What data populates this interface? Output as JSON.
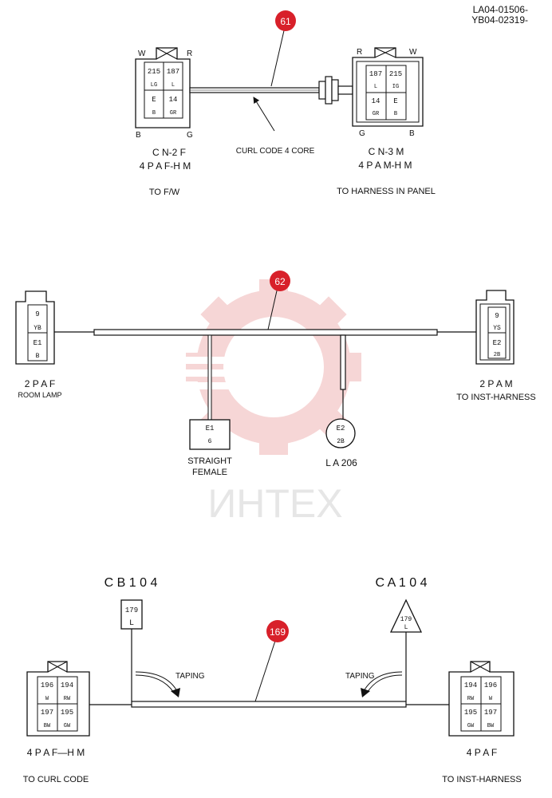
{
  "doc_refs": [
    "LA04-01506-",
    "YB04-02319-"
  ],
  "watermark": "ИНТЕХ",
  "section1": {
    "callout": "61",
    "cable_label": "CURL CODE 4 CORE",
    "left": {
      "corners": [
        "W",
        "R",
        "B",
        "G"
      ],
      "cells": [
        [
          "215",
          "LG"
        ],
        [
          "187",
          "L"
        ],
        [
          "E",
          "B"
        ],
        [
          "14",
          "GR"
        ]
      ],
      "name": "C N-2 F",
      "type": "4 P A F-H M",
      "dest": "TO F/W"
    },
    "right": {
      "corners": [
        "R",
        "W",
        "G",
        "B"
      ],
      "cells": [
        [
          "187",
          "L"
        ],
        [
          "215",
          "IG"
        ],
        [
          "14",
          "GR"
        ],
        [
          "E",
          "B"
        ]
      ],
      "name": "C N-3 M",
      "type": "4 P A M-H M",
      "dest": "TO HARNESS IN PANEL"
    }
  },
  "section2": {
    "callout": "62",
    "left": {
      "cells": [
        [
          "9",
          "YB"
        ],
        [
          "E1",
          "B"
        ]
      ],
      "type": "2 P A F",
      "dest": "ROOM LAMP"
    },
    "right": {
      "cells": [
        [
          "9",
          "YS"
        ],
        [
          "E2",
          "2B"
        ]
      ],
      "type": "2 P A M",
      "dest": "TO INST-HARNESS"
    },
    "branch1": {
      "top": "E1",
      "bottom": "6",
      "label1": "STRAIGHT",
      "label2": "FEMALE"
    },
    "branch2": {
      "top": "E2",
      "bottom": "2B",
      "label": "L A 206"
    }
  },
  "section3": {
    "callout": "169",
    "cb": {
      "name": "C B 1 0 4",
      "top": "179",
      "bottom": "L"
    },
    "ca": {
      "name": "C A 1 0 4",
      "top": "179",
      "bottom": "L"
    },
    "taping_left": "TAPING",
    "taping_right": "TAPING",
    "left": {
      "cells": [
        [
          "196",
          "W"
        ],
        [
          "194",
          "RW"
        ],
        [
          "197",
          "BW"
        ],
        [
          "195",
          "GW"
        ]
      ],
      "type": "4 P A F—H M",
      "dest": "TO CURL CODE"
    },
    "right": {
      "cells": [
        [
          "194",
          "RW"
        ],
        [
          "196",
          "W"
        ],
        [
          "195",
          "GW"
        ],
        [
          "197",
          "BW"
        ]
      ],
      "type": "4 P A F",
      "dest": "TO INST-HARNESS"
    }
  },
  "colors": {
    "callout": "#d8202a",
    "ink": "#111111",
    "watermark": "#f3c6c6"
  }
}
